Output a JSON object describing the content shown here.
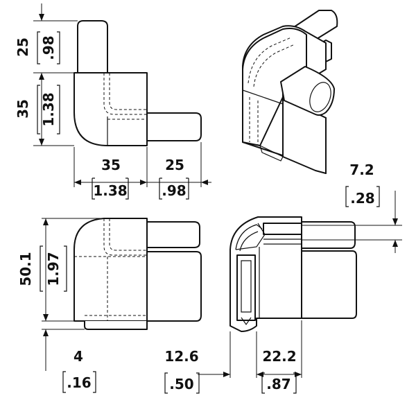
{
  "dimensions": {
    "top_peg_height": {
      "mm": "25",
      "inch": ".98"
    },
    "top_body_height": {
      "mm": "35",
      "inch": "1.38"
    },
    "top_body_width": {
      "mm": "35",
      "inch": "1.38"
    },
    "top_peg_length": {
      "mm": "25",
      "inch": ".98"
    },
    "front_height": {
      "mm": "50.1",
      "inch": "1.97"
    },
    "front_lip": {
      "mm": "4",
      "inch": ".16"
    },
    "side_groove_depth": {
      "mm": "12.6",
      "inch": ".50"
    },
    "side_width": {
      "mm": "22.2",
      "inch": ".87"
    },
    "side_peg_thickness": {
      "mm": "7.2",
      "inch": ".28"
    }
  }
}
